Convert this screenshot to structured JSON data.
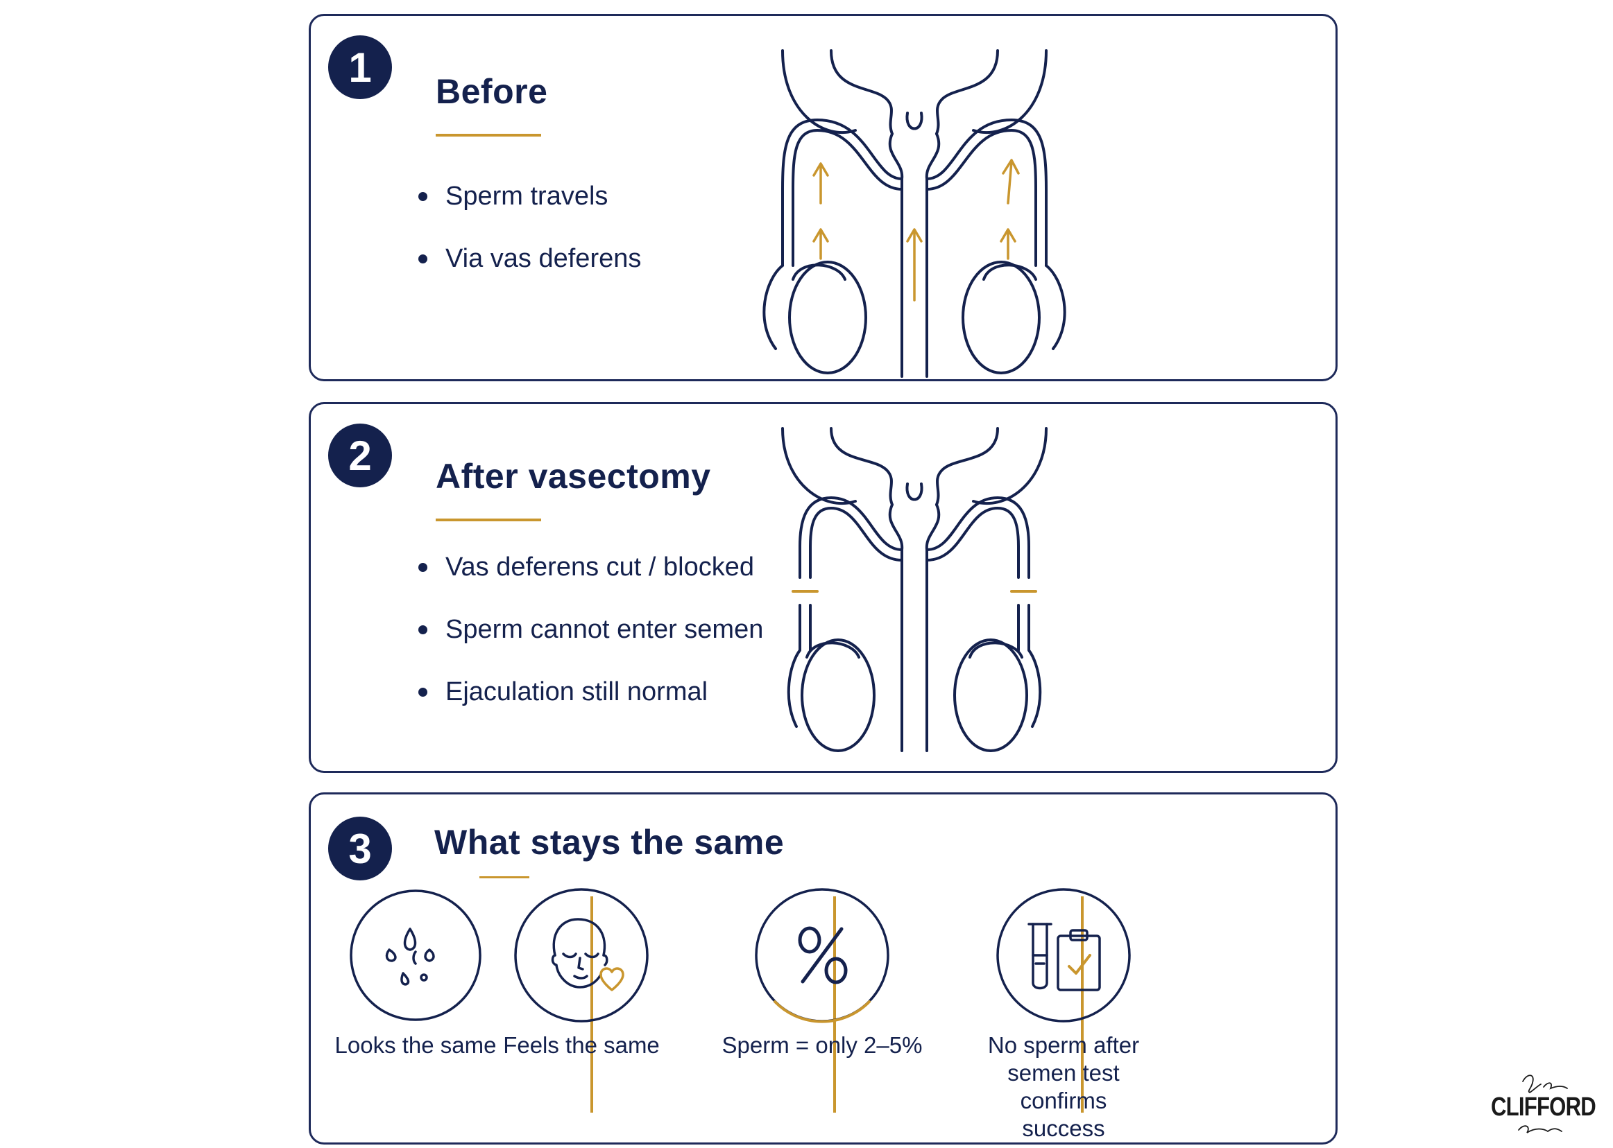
{
  "panels": [
    {
      "number": "1",
      "title": "Before",
      "bullets": [
        "Sperm travels",
        "Via vas deferens"
      ]
    },
    {
      "number": "2",
      "title": "After vasectomy",
      "bullets": [
        "Vas deferens cut / blocked",
        "Sperm cannot enter semen",
        "Ejaculation still normal"
      ]
    },
    {
      "number": "3",
      "title": "What stays the same",
      "features": [
        {
          "icon": "droplets-icon",
          "label": "Looks the same"
        },
        {
          "icon": "face-heart-icon",
          "label": "Feels the same"
        },
        {
          "icon": "percent-icon",
          "label": "Sperm = only 2–5%"
        },
        {
          "icon": "test-tube-clipboard-icon",
          "label": "No sperm after semen test confirms success"
        }
      ]
    }
  ],
  "colors": {
    "navy": "#14214d",
    "gold": "#c9962e"
  }
}
